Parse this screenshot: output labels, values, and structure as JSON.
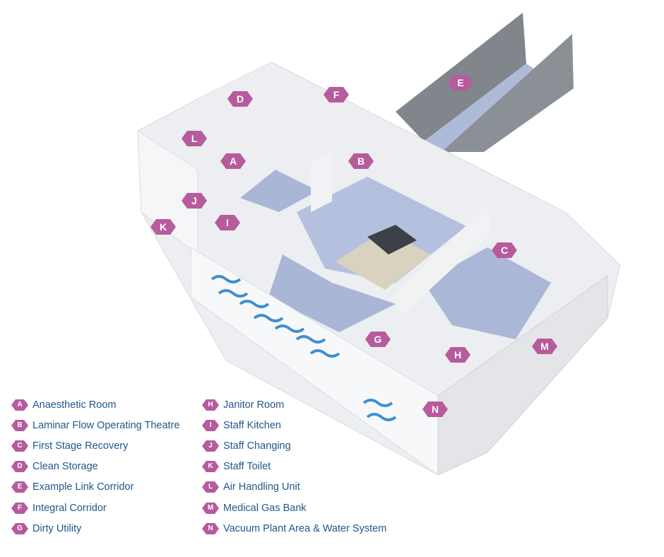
{
  "colors": {
    "marker": "#b65b9c",
    "legend_text": "#23578a",
    "floor": "#a9b6d6",
    "wall": "#f2f3f5",
    "corridor_dark": "#7c8287",
    "wave": "#3f8fd0"
  },
  "markers": [
    {
      "letter": "D"
    },
    {
      "letter": "F"
    },
    {
      "letter": "E"
    },
    {
      "letter": "L"
    },
    {
      "letter": "A"
    },
    {
      "letter": "B"
    },
    {
      "letter": "J"
    },
    {
      "letter": "K"
    },
    {
      "letter": "I"
    },
    {
      "letter": "C"
    },
    {
      "letter": "G"
    },
    {
      "letter": "H"
    },
    {
      "letter": "M"
    },
    {
      "letter": "N"
    }
  ],
  "legend": {
    "left": [
      {
        "letter": "A",
        "label": "Anaesthetic Room"
      },
      {
        "letter": "B",
        "label": "Laminar Flow Operating Theatre"
      },
      {
        "letter": "C",
        "label": "First Stage Recovery"
      },
      {
        "letter": "D",
        "label": "Clean Storage"
      },
      {
        "letter": "E",
        "label": "Example Link Corridor"
      },
      {
        "letter": "F",
        "label": "Integral Corridor"
      },
      {
        "letter": "G",
        "label": "Dirty Utility"
      }
    ],
    "right": [
      {
        "letter": "H",
        "label": "Janitor Room"
      },
      {
        "letter": "I",
        "label": "Staff Kitchen"
      },
      {
        "letter": "J",
        "label": "Staff Changing"
      },
      {
        "letter": "K",
        "label": "Staff Toilet"
      },
      {
        "letter": "L",
        "label": "Air Handling Unit"
      },
      {
        "letter": "M",
        "label": "Medical Gas Bank"
      },
      {
        "letter": "N",
        "label": "Vacuum Plant Area & Water System"
      }
    ]
  }
}
